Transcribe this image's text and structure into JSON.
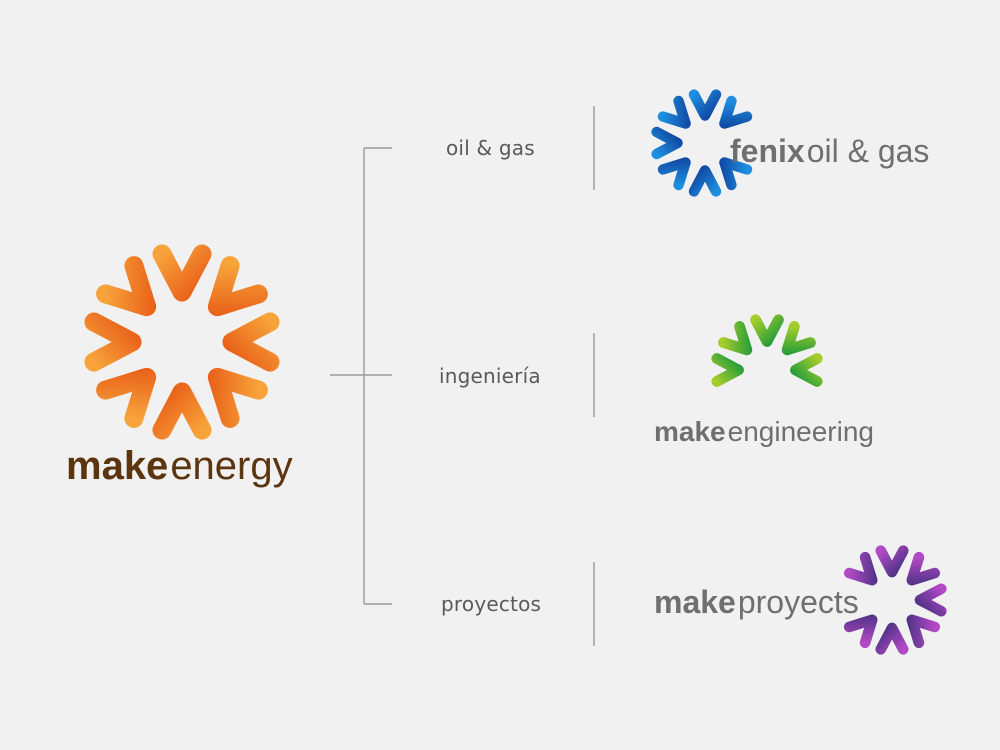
{
  "main_brand": {
    "wordmark_bold": "make",
    "wordmark_light": "energy",
    "color": "#5a3510",
    "gradient": [
      "#f7a33a",
      "#e85a16"
    ]
  },
  "categories": [
    {
      "label": "oil & gas"
    },
    {
      "label": "ingeniería"
    },
    {
      "label": "proyectos"
    }
  ],
  "sub_brands": {
    "oil_gas": {
      "wordmark_bold": "fenix",
      "wordmark_light": "oil & gas",
      "text_color": "#6f6f6f",
      "gradient": [
        "#1d8ee0",
        "#0f3f9a"
      ]
    },
    "engineering": {
      "wordmark_bold": "make",
      "wordmark_light": "engineering",
      "text_color": "#6f6f6f",
      "gradient": [
        "#a4cc2c",
        "#16973c"
      ]
    },
    "projects": {
      "wordmark_bold": "make",
      "wordmark_light": "proyects",
      "text_color": "#6f6f6f",
      "gradient": [
        "#b24ac6",
        "#45307f"
      ]
    }
  },
  "colors": {
    "background": "#f1f1f1",
    "lines": "#9b9b9b",
    "label_text": "#5a5a5a"
  }
}
